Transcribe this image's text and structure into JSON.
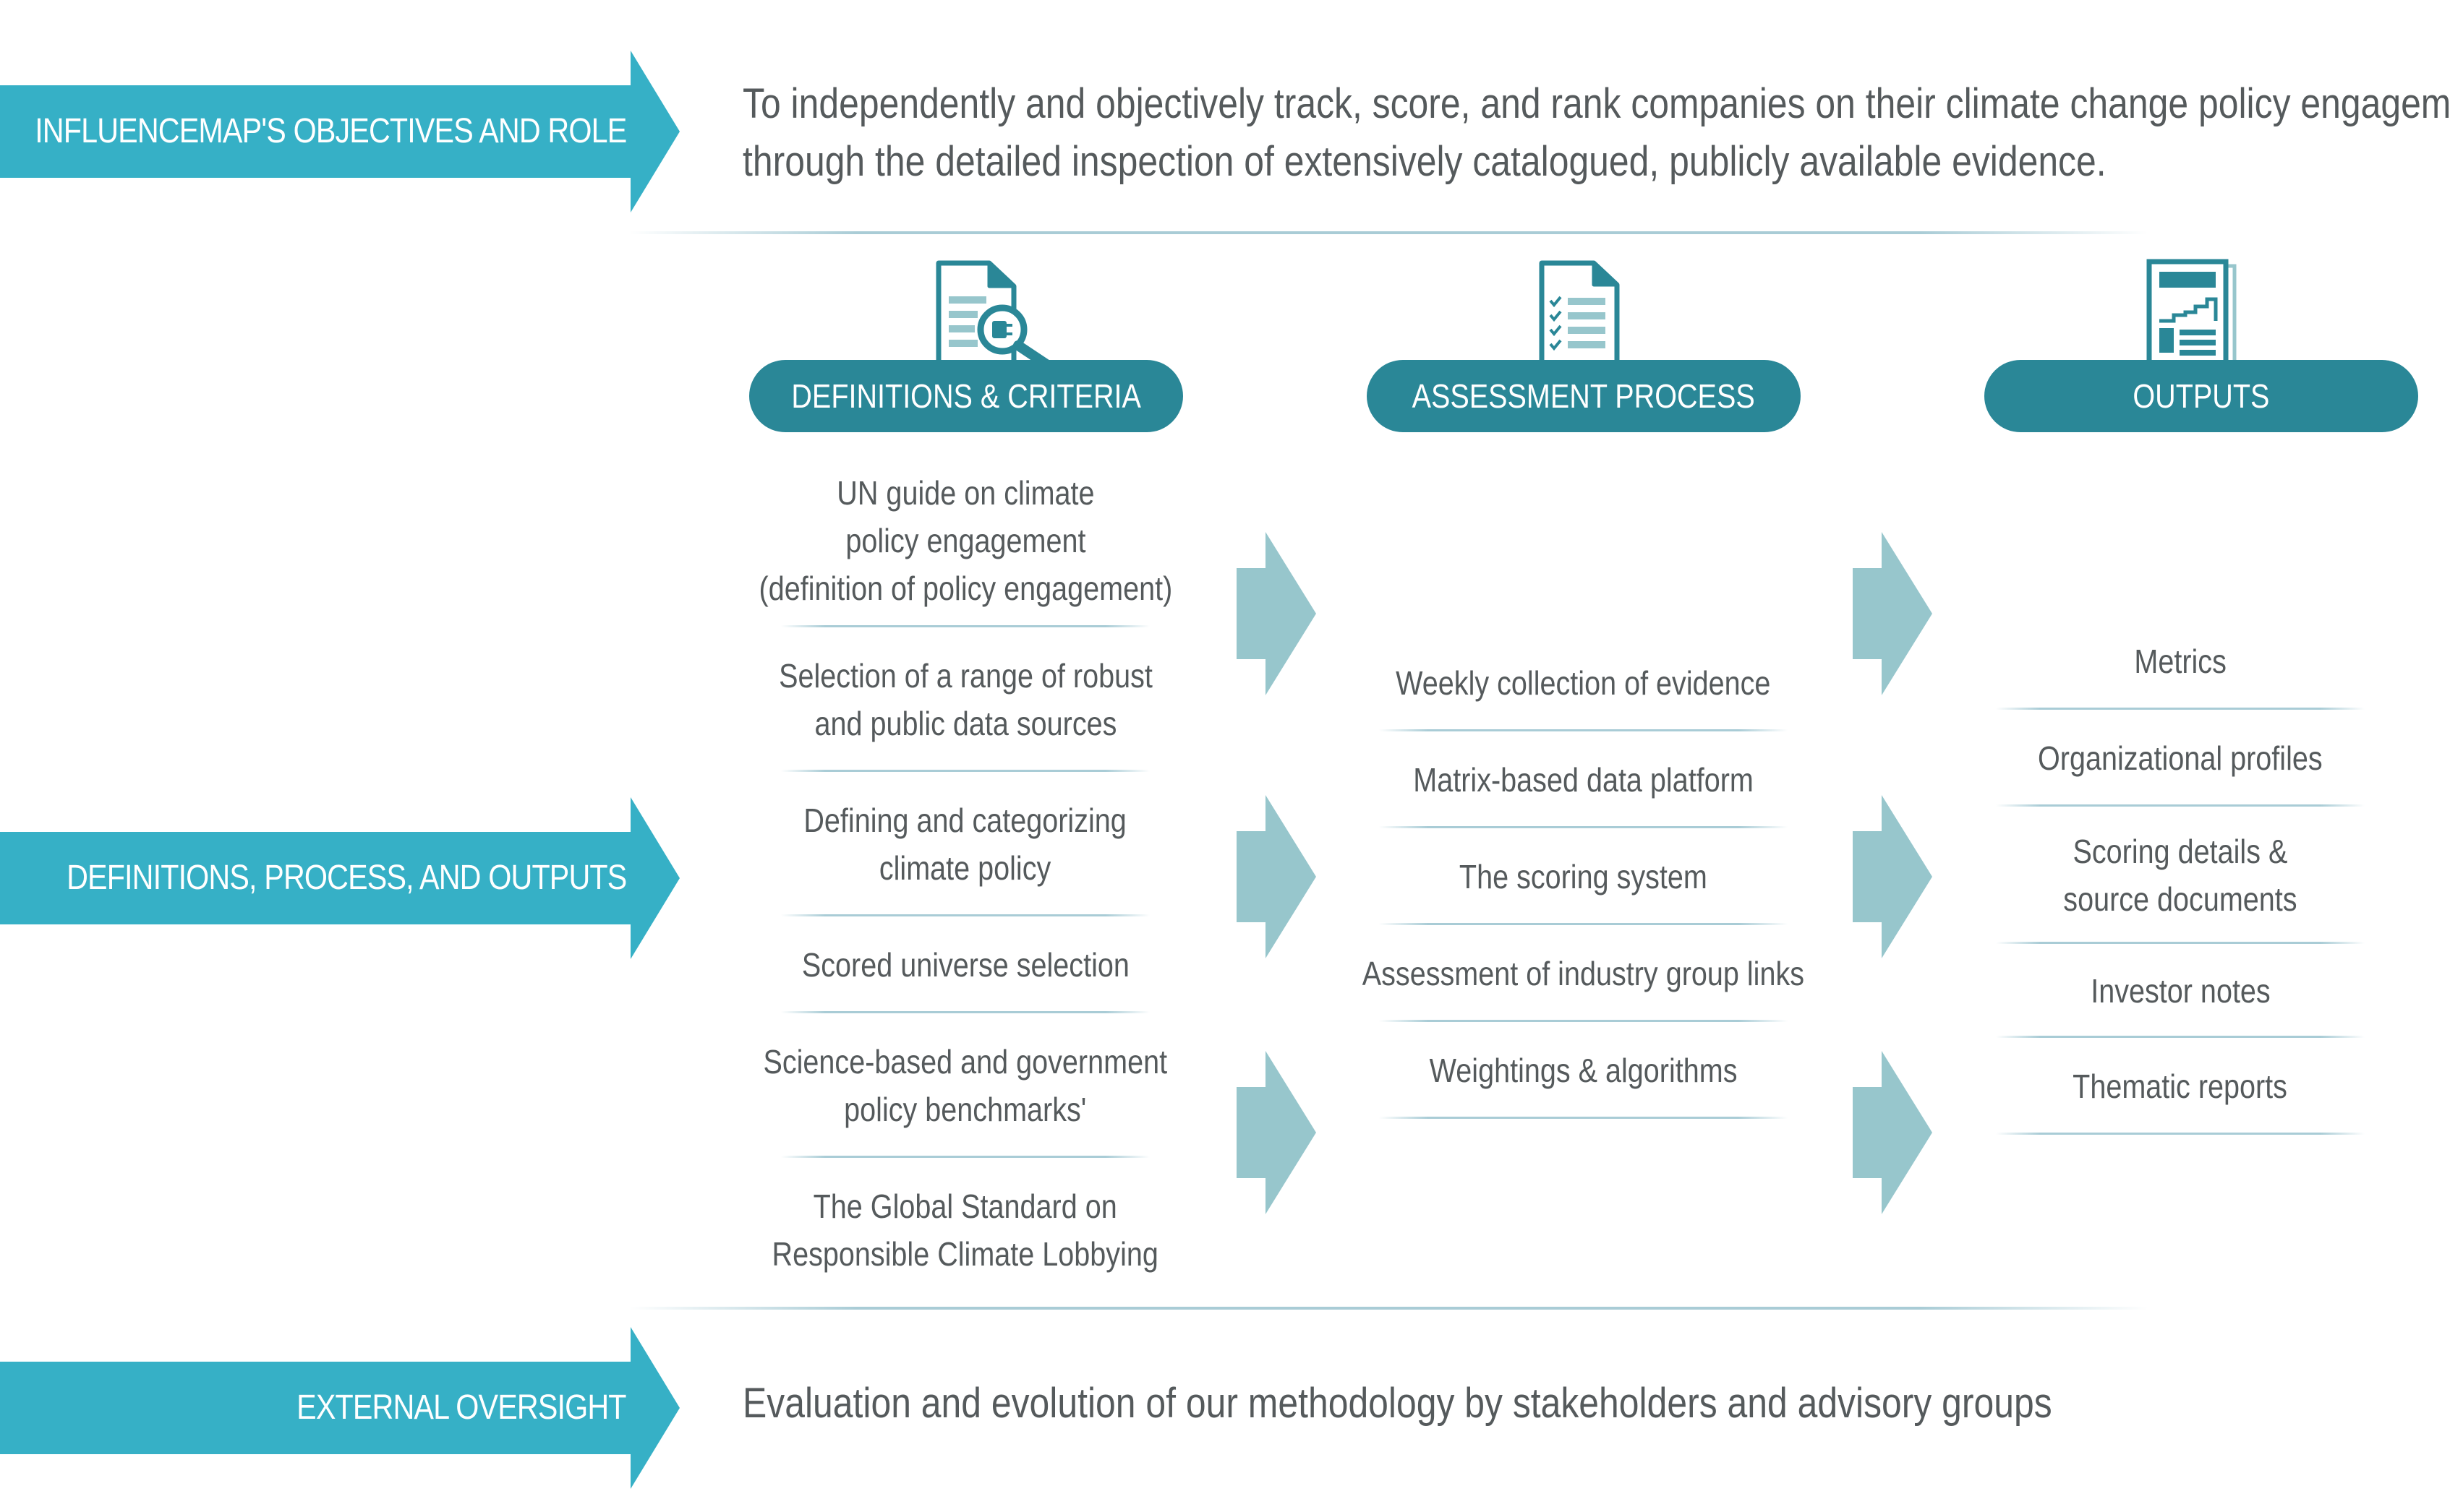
{
  "rows": {
    "objectives": {
      "label": "INFLUENCEMAP'S OBJECTIVES AND ROLE",
      "text_line1": "To independently and objectively track, score, and rank companies on their climate change policy engagement",
      "text_line2": "through the detailed inspection of extensively catalogued, publicly available evidence."
    },
    "process": {
      "label": "DEFINITIONS, PROCESS, AND OUTPUTS"
    },
    "oversight": {
      "label": "EXTERNAL OVERSIGHT",
      "text": "Evaluation and evolution of our methodology by stakeholders and advisory groups"
    }
  },
  "columns": [
    {
      "title": "DEFINITIONS & CRITERIA",
      "icon": "document-search-icon",
      "items": [
        [
          "UN guide on climate",
          "policy engagement",
          "(definition of policy engagement)"
        ],
        [
          "Selection of a range of robust",
          "and public data sources"
        ],
        [
          "Defining and categorizing",
          "climate policy"
        ],
        [
          "Scored universe selection"
        ],
        [
          "Science-based and government",
          "policy benchmarks'"
        ],
        [
          "The Global Standard on",
          "Responsible Climate Lobbying"
        ]
      ]
    },
    {
      "title": "ASSESSMENT PROCESS",
      "icon": "checklist-document-icon",
      "items": [
        [
          "Weekly collection of evidence"
        ],
        [
          "Matrix-based data platform"
        ],
        [
          "The scoring system"
        ],
        [
          "Assessment of industry group links"
        ],
        [
          "Weightings & algorithms"
        ]
      ]
    },
    {
      "title": "OUTPUTS",
      "icon": "report-chart-icon",
      "items": [
        [
          "Metrics"
        ],
        [
          "Organizational profiles"
        ],
        [
          "Scoring details &",
          "source documents"
        ],
        [
          "Investor notes"
        ],
        [
          "Thematic reports"
        ]
      ]
    }
  ],
  "colors": {
    "side_arrow": "#36b0c6",
    "pill": "#2a8797",
    "flow_arrow": "#97c6cc",
    "icon": "#2a8797",
    "text": "#555a5c"
  }
}
